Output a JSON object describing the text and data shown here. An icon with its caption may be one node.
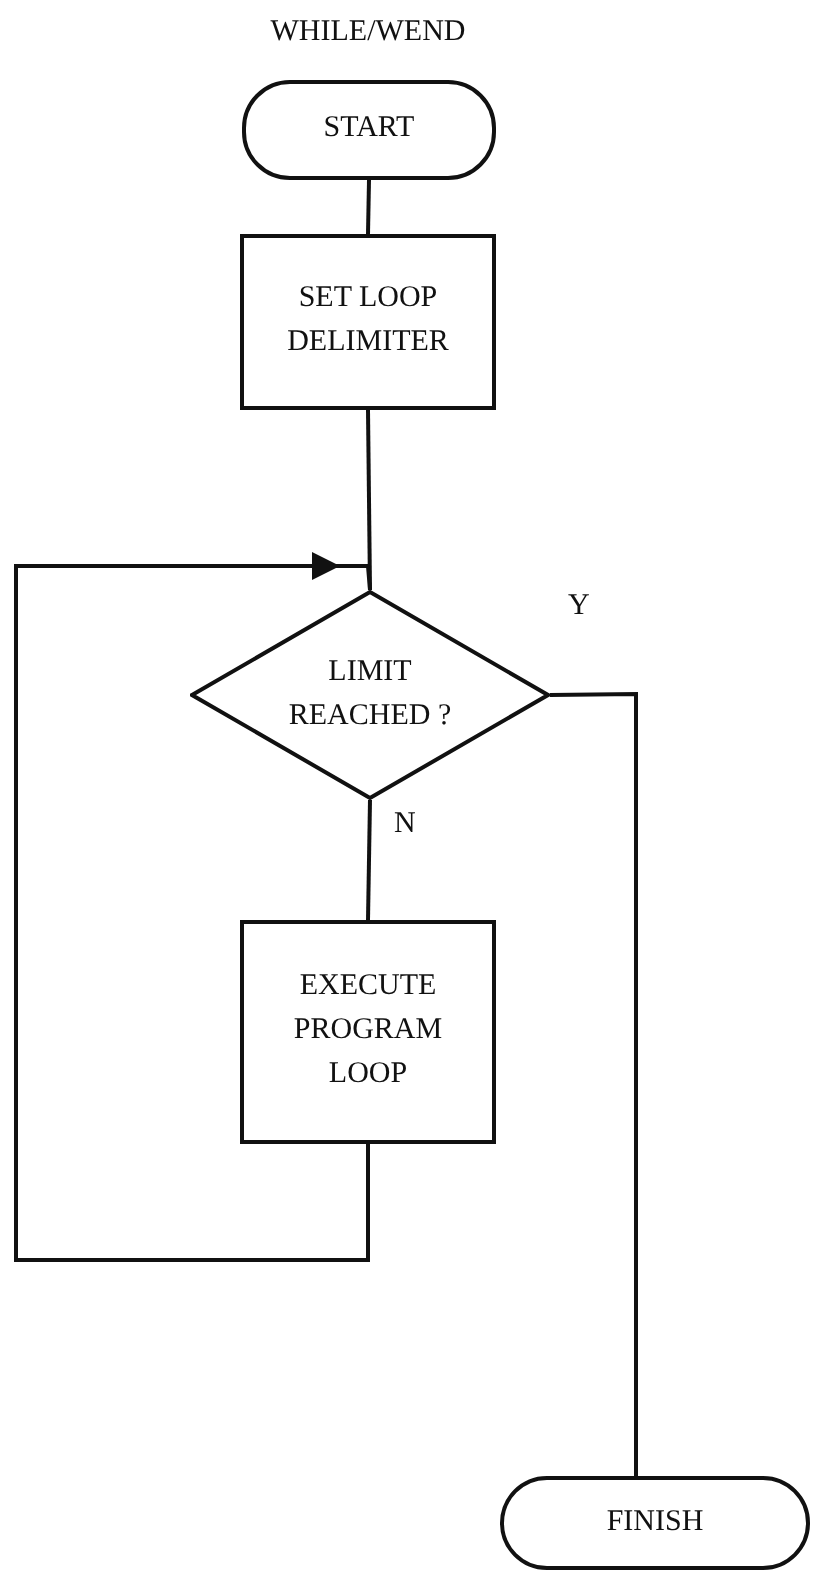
{
  "diagram": {
    "title": "WHILE/WEND",
    "nodes": [
      {
        "text": [
          "START"
        ]
      },
      {
        "text": [
          "SET LOOP DELIMITER"
        ]
      },
      {
        "text": [
          "LIMIT REACHED ?"
        ]
      },
      {
        "text": [
          "EXECUTE PROGRAM LOOP"
        ]
      },
      {
        "text": [
          "FINISH"
        ]
      }
    ],
    "edges": [
      {
        "from": 0,
        "to": 1,
        "arrow": "none"
      },
      {
        "from": 1,
        "to": 2,
        "arrow": "none"
      },
      {
        "from": 2,
        "to": 3,
        "arrow": "none",
        "label": "N"
      },
      {
        "from": 3,
        "to": 2,
        "arrow": "to"
      },
      {
        "from": 2,
        "to": 4,
        "arrow": "none",
        "label": "Y"
      }
    ]
  }
}
